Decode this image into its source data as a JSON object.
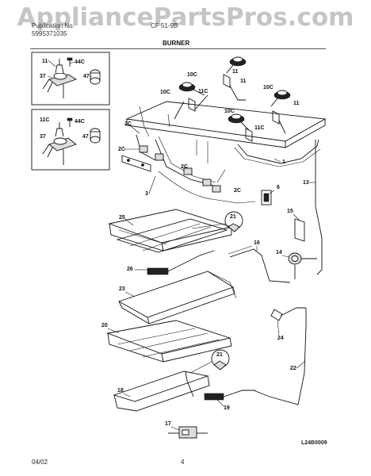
{
  "header": {
    "watermark": "AppliancePartsPros.com",
    "publication_label": "Publication No.",
    "publication_no": "5995371035",
    "model": "CF 51-9B",
    "section_title": "BURNER"
  },
  "footer": {
    "date": "04/02",
    "page": "4",
    "diagram_code": "L24B0009"
  },
  "callouts": {
    "inset_top": [
      "11",
      "44C",
      "37",
      "47"
    ],
    "inset_bottom": [
      "11C",
      "44C",
      "37",
      "47"
    ],
    "main": [
      "10C",
      "11",
      "10C",
      "11C",
      "10C",
      "11",
      "10C",
      "11C",
      "11",
      "2C",
      "2C",
      "2C",
      "2C",
      "1",
      "3",
      "6",
      "13",
      "15",
      "21",
      "25",
      "16",
      "14",
      "26",
      "23",
      "20",
      "24",
      "21",
      "22",
      "18",
      "19",
      "17"
    ]
  }
}
